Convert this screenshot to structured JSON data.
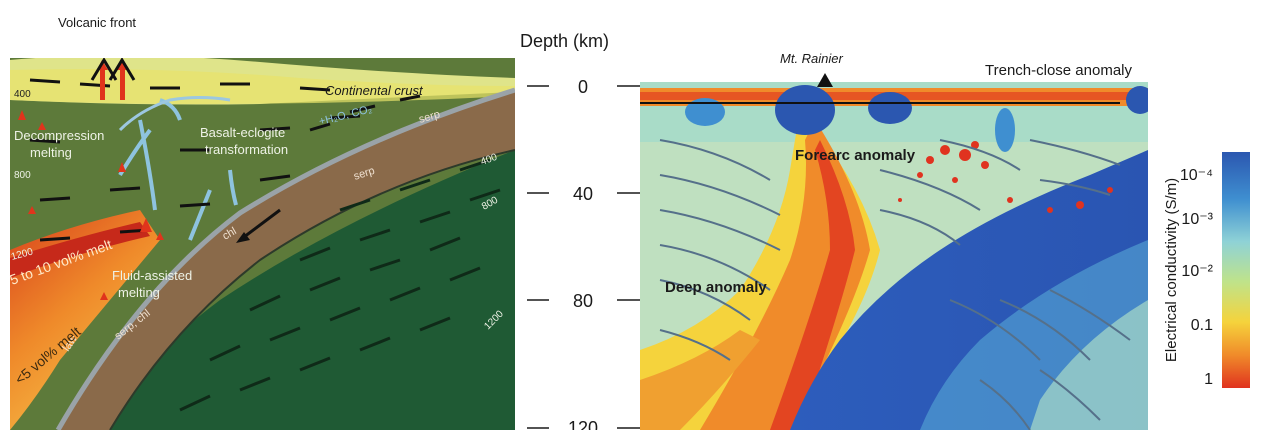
{
  "left_panel": {
    "volcanic_front": "Volcanic front",
    "continental_crust": "Continental crust",
    "decompression_melting": [
      "Decompression",
      "melting"
    ],
    "basalt_eclogite": [
      "Basalt-eclogite",
      "transformation"
    ],
    "h2o_co2": "+H₂O, CO₂",
    "serp": "serp",
    "serp_top": "serp",
    "chl": "chl",
    "serp_chl": "serp, chl",
    "law": "law",
    "melt_5_10": "5 to 10 vol% melt",
    "melt_lt5": "<5 vol% melt",
    "fluid_assisted": [
      "Fluid-assisted",
      "melting"
    ],
    "iso_400_left": "400",
    "iso_800_left": "800",
    "iso_1200_left": "1200",
    "iso_400_right": "400",
    "iso_800_right": "800",
    "iso_1200_right": "1200"
  },
  "depth_axis": {
    "title": "Depth (km)",
    "ticks": [
      "0",
      "40",
      "80",
      "120"
    ]
  },
  "right_panel": {
    "mt_rainier": "Mt. Rainier",
    "trench_close": "Trench-close anomaly",
    "forearc": "Forearc anomaly",
    "deep": "Deep anomaly"
  },
  "colorbar": {
    "label": "Electrical conductivity (S/m)",
    "ticks": [
      "10⁻⁴",
      "10⁻³",
      "10⁻²",
      "0.1",
      "1"
    ],
    "colors": [
      "#2b57b0",
      "#4aa6d6",
      "#a8dcc8",
      "#bfe38a",
      "#f5d33c",
      "#f08b2a",
      "#e0331f"
    ]
  }
}
